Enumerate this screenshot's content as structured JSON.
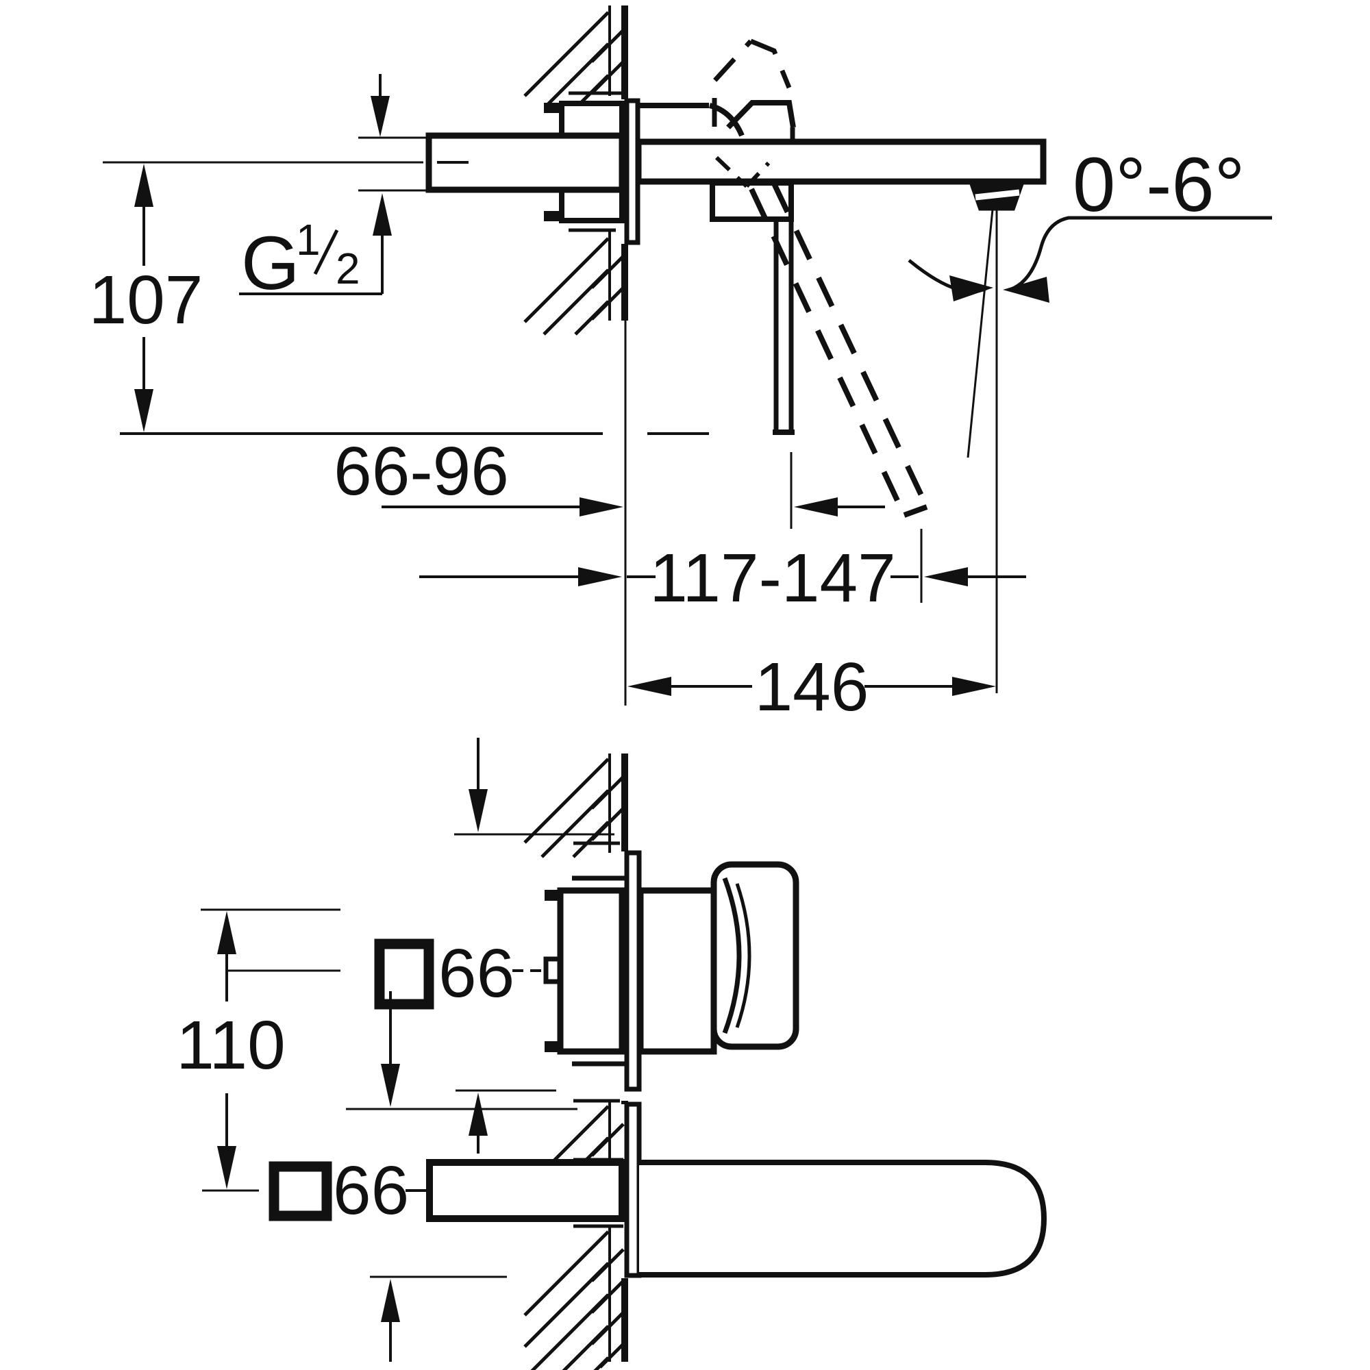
{
  "drawing": {
    "type": "technical-installation-diagram",
    "product": "wall-mounted two-hole basin mixer, side section (top) and hole layout (bottom)",
    "line_color": "#111111",
    "background": "#ffffff",
    "dimensions": {
      "height_to_reference": "107",
      "thread_label_letter": "G",
      "thread_fraction_numerator": "1",
      "thread_fraction_denominator": "2",
      "wall_depth_range": "66-96",
      "spout_projection_range": "117-147",
      "total_projection": "146",
      "spout_angle_range": "0°-6°",
      "hole_distance": "110",
      "rosette_size_top": "66",
      "rosette_size_bottom": "66",
      "square_symbol": "□"
    },
    "views": [
      {
        "name": "side-section",
        "features": [
          "masonry wall with hatching",
          "G1/2 supply nipple",
          "concealed housing",
          "wall rosette",
          "spout with aerator",
          "lever shown solid down and dashed raised",
          "water stream lines with 0°-6° swivel arc"
        ]
      },
      {
        "name": "hole-layout",
        "features": [
          "handle rosette 66 square",
          "spout rosette 66 square",
          "110 hole distance",
          "rounded spout bar",
          "set screw leader"
        ]
      }
    ]
  }
}
